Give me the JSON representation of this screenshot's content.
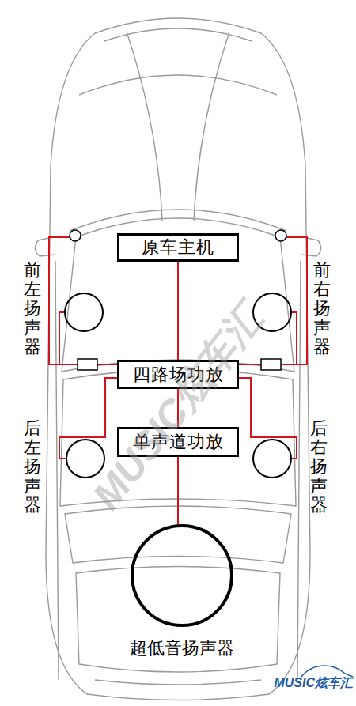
{
  "diagram": {
    "nodes": [
      {
        "text": [
          "原车主机"
        ]
      },
      {
        "text": [
          "前左扬声器"
        ]
      },
      {
        "text": [
          "前右扬声器"
        ]
      },
      {
        "text": [
          "四路场功放"
        ]
      },
      {
        "text": [
          "后左扬声器"
        ]
      },
      {
        "text": [
          "后右扬声器"
        ]
      },
      {
        "text": [
          "单声道功放"
        ]
      },
      {
        "text": [
          "超低音扬声器"
        ]
      }
    ],
    "edges": [
      {
        "from": 0,
        "to": 3,
        "arrow": "none"
      },
      {
        "from": 3,
        "to": 1,
        "arrow": "none"
      },
      {
        "from": 3,
        "to": 2,
        "arrow": "none"
      },
      {
        "from": 3,
        "to": 4,
        "arrow": "none"
      },
      {
        "from": 3,
        "to": 5,
        "arrow": "none"
      },
      {
        "from": 3,
        "to": 6,
        "arrow": "none"
      },
      {
        "from": 6,
        "to": 7,
        "arrow": "none"
      }
    ],
    "labels": [
      "MUSIC炫车汇",
      "MUSIC炫车汇"
    ]
  }
}
